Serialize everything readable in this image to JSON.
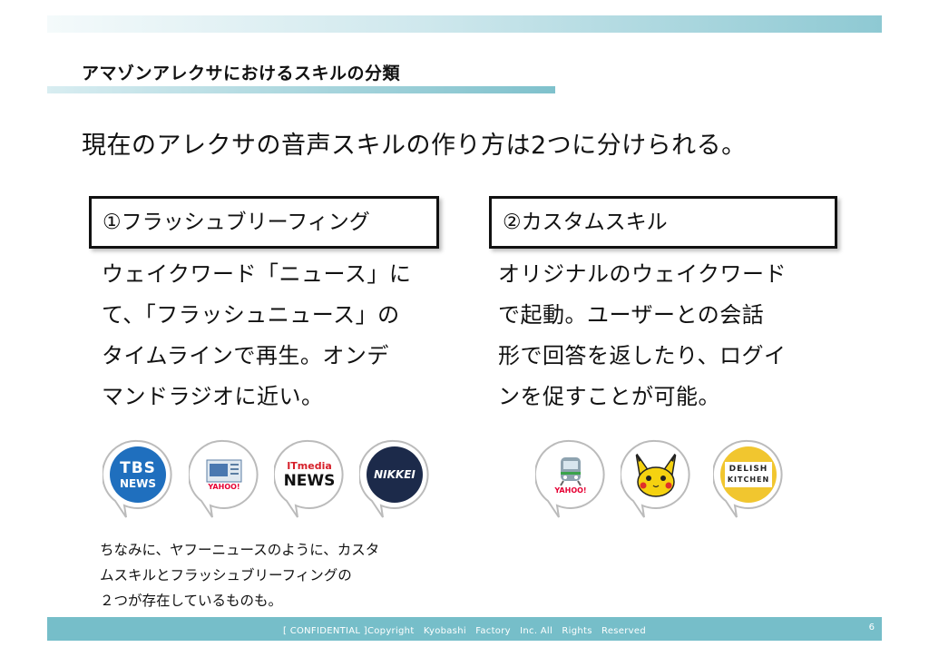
{
  "slide": {
    "title": "アマゾンアレクサにおけるスキルの分類",
    "intro": "現在のアレクサの音声スキルの作り方は2つに分けられる。"
  },
  "left": {
    "heading": "①フラッシュブリーフィング",
    "lines": [
      "ウェイクワード「ニュース」に",
      "て、「フラッシュニュース」の",
      "タイムラインで再生。オンデ",
      "マンドラジオに近い。"
    ],
    "icons": [
      {
        "name": "tbs-news-icon",
        "line1": "TBS",
        "line2": "NEWS"
      },
      {
        "name": "yahoo-news-icon",
        "label": "YAHOO!"
      },
      {
        "name": "itmedia-news-icon",
        "line1": "ITmedia",
        "line2": "NEWS"
      },
      {
        "name": "nikkei-icon",
        "label": "NIKKEI"
      }
    ],
    "note": [
      "ちなみに、ヤフーニュースのように、カスタ",
      "ムスキルとフラッシュブリーフィングの",
      "２つが存在しているものも。"
    ]
  },
  "right": {
    "heading": "②カスタムスキル",
    "lines": [
      "オリジナルのウェイクワード",
      "で起動。ユーザーとの会話",
      "形で回答を返したり、ログイ",
      "ンを促すことが可能。"
    ],
    "icons": [
      {
        "name": "yahoo-train-icon",
        "label": "YAHOO!"
      },
      {
        "name": "pikachu-icon"
      },
      {
        "name": "delish-kitchen-icon",
        "line1": "DELISH",
        "line2": "KITCHEN"
      }
    ]
  },
  "footer": {
    "text": "[ CONFIDENTIAL ]Copyright　Kyobashi　Factory　Inc. All　Rights　Reserved",
    "page": "6"
  },
  "colors": {
    "accent": "#76bec9",
    "tbs": "#1f6fbe",
    "nikkei": "#1c2a4a",
    "delish": "#f1c62f"
  }
}
